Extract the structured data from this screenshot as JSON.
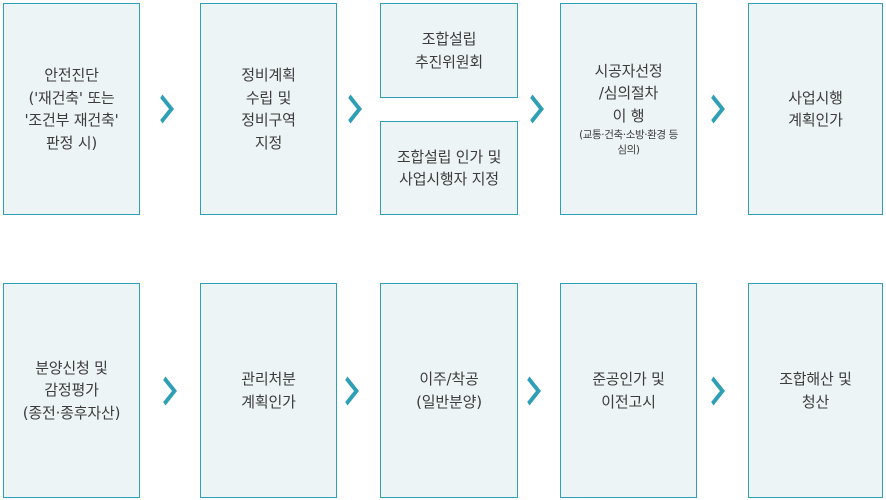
{
  "diagram": {
    "colors": {
      "box_fill": "#edf4f6",
      "box_border": "#2e9fb4",
      "arrow": "#2e9fb4",
      "text": "#3c3c3c",
      "background": "#ffffff"
    },
    "arrow_icon": "chevron-right-icon",
    "rows": [
      {
        "name": "row-1",
        "steps": [
          {
            "index": 1,
            "layout": "single",
            "text": "안전진단\n('재건축' 또는\n'조건부 재건축'\n판정 시)",
            "note": ""
          },
          {
            "index": 2,
            "layout": "single",
            "text": "정비계획\n수립 및\n정비구역\n지정",
            "note": ""
          },
          {
            "index": 3,
            "layout": "split",
            "upper_text": "조합설립\n추진위원회",
            "lower_text": "조합설립 인가 및\n사업시행자 지정"
          },
          {
            "index": 4,
            "layout": "single",
            "text": "시공자선정\n/심의절차\n이    행",
            "note": "(교통·건축·소방·환경 등\n심의)"
          },
          {
            "index": 5,
            "layout": "single",
            "text": "사업시행\n계획인가",
            "note": ""
          }
        ],
        "arrows": [
          "›",
          "›",
          "›",
          "›"
        ]
      },
      {
        "name": "row-2",
        "steps": [
          {
            "index": 1,
            "layout": "single",
            "text": "분양신청 및\n감정평가\n(종전·종후자산)",
            "note": ""
          },
          {
            "index": 2,
            "layout": "single",
            "text": "관리처분\n계획인가",
            "note": ""
          },
          {
            "index": 3,
            "layout": "single",
            "text": "이주/착공\n(일반분양)",
            "note": ""
          },
          {
            "index": 4,
            "layout": "single",
            "text": "준공인가 및\n이전고시",
            "note": ""
          },
          {
            "index": 5,
            "layout": "single",
            "text": "조합해산 및\n청산",
            "note": ""
          }
        ],
        "arrows": [
          "›",
          "›",
          "›",
          "›"
        ]
      }
    ]
  }
}
